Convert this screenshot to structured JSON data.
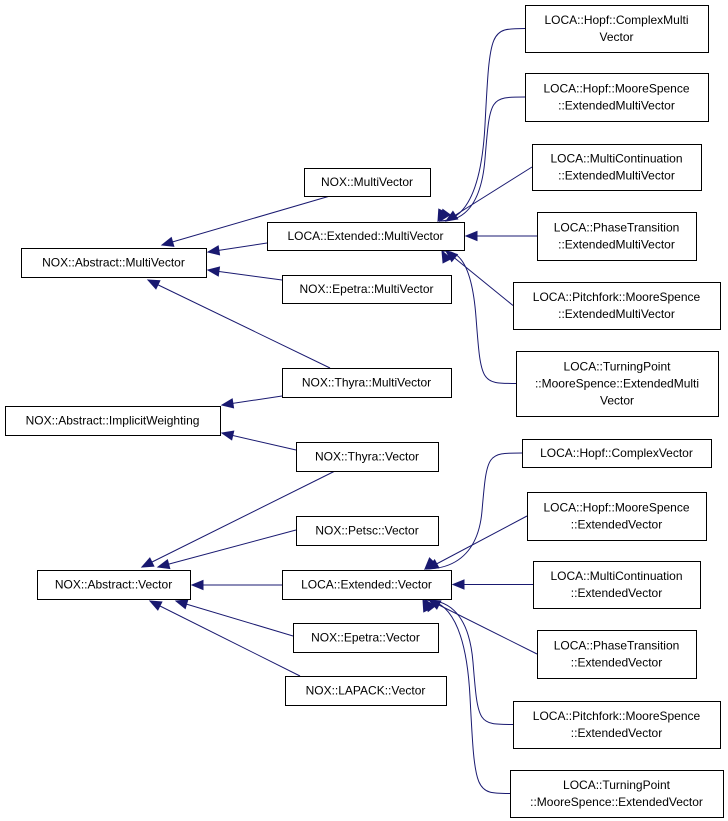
{
  "diagram": {
    "colors": {
      "edge": "#191970",
      "node_border": "#000000",
      "node_fill": "#ffffff"
    },
    "nodes": {
      "abstract_multivector": "NOX::Abstract::MultiVector",
      "abstract_implicit_weighting": "NOX::Abstract::ImplicitWeighting",
      "abstract_vector": "NOX::Abstract::Vector",
      "nox_multivector": "NOX::MultiVector",
      "loca_extended_multivector": "LOCA::Extended::MultiVector",
      "epetra_multivector": "NOX::Epetra::MultiVector",
      "thyra_multivector": "NOX::Thyra::MultiVector",
      "thyra_vector": "NOX::Thyra::Vector",
      "petsc_vector": "NOX::Petsc::Vector",
      "loca_extended_vector": "LOCA::Extended::Vector",
      "epetra_vector": "NOX::Epetra::Vector",
      "lapack_vector": "NOX::LAPACK::Vector",
      "hopf_complex_multivector": [
        "LOCA::Hopf::ComplexMulti",
        "Vector"
      ],
      "hopf_moorespence_extended_multivector": [
        "LOCA::Hopf::MooreSpence",
        "::ExtendedMultiVector"
      ],
      "multicontinuation_extended_multivector": [
        "LOCA::MultiContinuation",
        "::ExtendedMultiVector"
      ],
      "phasetransition_extended_multivector": [
        "LOCA::PhaseTransition",
        "::ExtendedMultiVector"
      ],
      "pitchfork_moorespence_extended_multivector": [
        "LOCA::Pitchfork::MooreSpence",
        "::ExtendedMultiVector"
      ],
      "turningpoint_moorespence_extended_multivector": [
        "LOCA::TurningPoint",
        "::MooreSpence::ExtendedMulti",
        "Vector"
      ],
      "hopf_complex_vector": "LOCA::Hopf::ComplexVector",
      "hopf_moorespence_extended_vector": [
        "LOCA::Hopf::MooreSpence",
        "::ExtendedVector"
      ],
      "multicontinuation_extended_vector": [
        "LOCA::MultiContinuation",
        "::ExtendedVector"
      ],
      "phasetransition_extended_vector": [
        "LOCA::PhaseTransition",
        "::ExtendedVector"
      ],
      "pitchfork_moorespence_extended_vector": [
        "LOCA::Pitchfork::MooreSpence",
        "::ExtendedVector"
      ],
      "turningpoint_moorespence_extended_vector": [
        "LOCA::TurningPoint",
        "::MooreSpence::ExtendedVector"
      ]
    },
    "edges": [
      [
        "nox_multivector",
        "abstract_multivector"
      ],
      [
        "loca_extended_multivector",
        "abstract_multivector"
      ],
      [
        "epetra_multivector",
        "abstract_multivector"
      ],
      [
        "thyra_multivector",
        "abstract_multivector"
      ],
      [
        "thyra_multivector",
        "abstract_implicit_weighting"
      ],
      [
        "thyra_vector",
        "abstract_implicit_weighting"
      ],
      [
        "thyra_vector",
        "abstract_vector"
      ],
      [
        "petsc_vector",
        "abstract_vector"
      ],
      [
        "loca_extended_vector",
        "abstract_vector"
      ],
      [
        "epetra_vector",
        "abstract_vector"
      ],
      [
        "lapack_vector",
        "abstract_vector"
      ],
      [
        "hopf_complex_multivector",
        "loca_extended_multivector"
      ],
      [
        "hopf_moorespence_extended_multivector",
        "loca_extended_multivector"
      ],
      [
        "multicontinuation_extended_multivector",
        "loca_extended_multivector"
      ],
      [
        "phasetransition_extended_multivector",
        "loca_extended_multivector"
      ],
      [
        "pitchfork_moorespence_extended_multivector",
        "loca_extended_multivector"
      ],
      [
        "turningpoint_moorespence_extended_multivector",
        "loca_extended_multivector"
      ],
      [
        "hopf_complex_vector",
        "loca_extended_vector"
      ],
      [
        "hopf_moorespence_extended_vector",
        "loca_extended_vector"
      ],
      [
        "multicontinuation_extended_vector",
        "loca_extended_vector"
      ],
      [
        "phasetransition_extended_vector",
        "loca_extended_vector"
      ],
      [
        "pitchfork_moorespence_extended_vector",
        "loca_extended_vector"
      ],
      [
        "turningpoint_moorespence_extended_vector",
        "loca_extended_vector"
      ]
    ]
  }
}
